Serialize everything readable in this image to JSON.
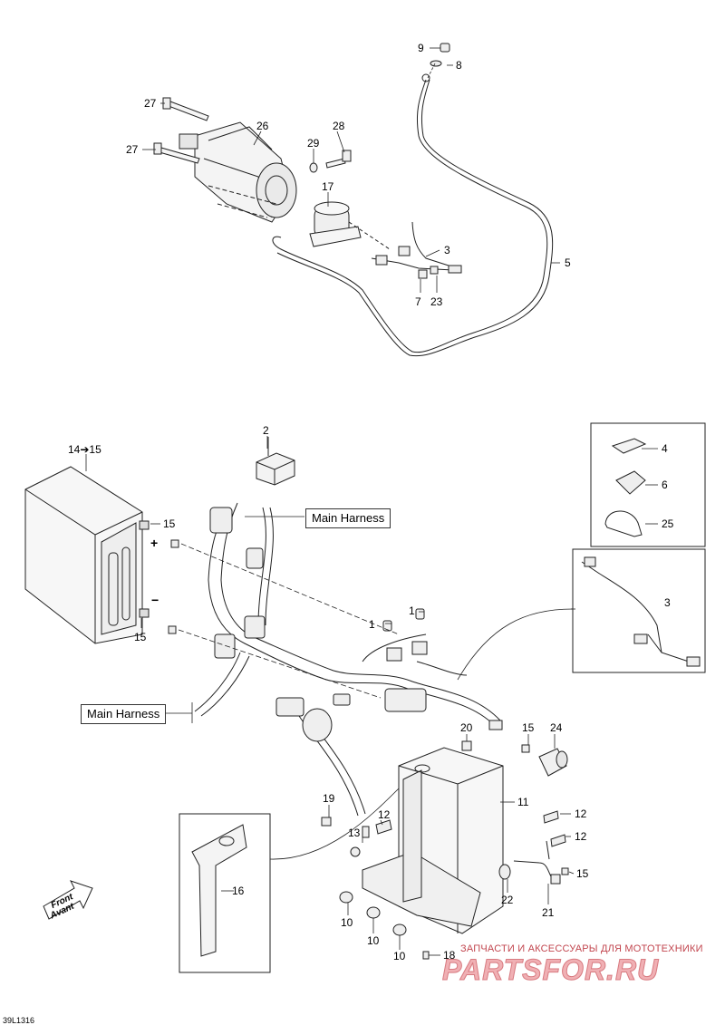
{
  "callouts": {
    "c9": "9",
    "c8": "8",
    "c27a": "27",
    "c26": "26",
    "c28": "28",
    "c27b": "27",
    "c29": "29",
    "c17": "17",
    "c3a": "3",
    "c5": "5",
    "c7": "7",
    "c23": "23",
    "c2": "2",
    "c14_15": "14➔15",
    "c15a": "15",
    "c15b": "15",
    "c4": "4",
    "c6": "6",
    "c25": "25",
    "c1a": "1",
    "c1b": "1",
    "c3b": "3",
    "c20": "20",
    "c15c": "15",
    "c24": "24",
    "c11": "11",
    "c19": "19",
    "c12a": "12",
    "c13": "13",
    "c12b": "12",
    "c12c": "12",
    "c16": "16",
    "c22": "22",
    "c15d": "15",
    "c21": "21",
    "c10a": "10",
    "c10b": "10",
    "c10c": "10",
    "c18": "18"
  },
  "labels": {
    "main_harness_top": "Main Harness",
    "main_harness_left": "Main Harness",
    "plus_sign": "+",
    "minus_sign": "−",
    "front_en": "Front",
    "front_fr": "Avant"
  },
  "footer": {
    "drawing_code": "39L1316",
    "watermark_caption": "ЗАПЧАСТИ И АКСЕССУАРЫ ДЛЯ МОТОТЕХНИКИ",
    "watermark_logo": "PARTSFOR.RU"
  }
}
